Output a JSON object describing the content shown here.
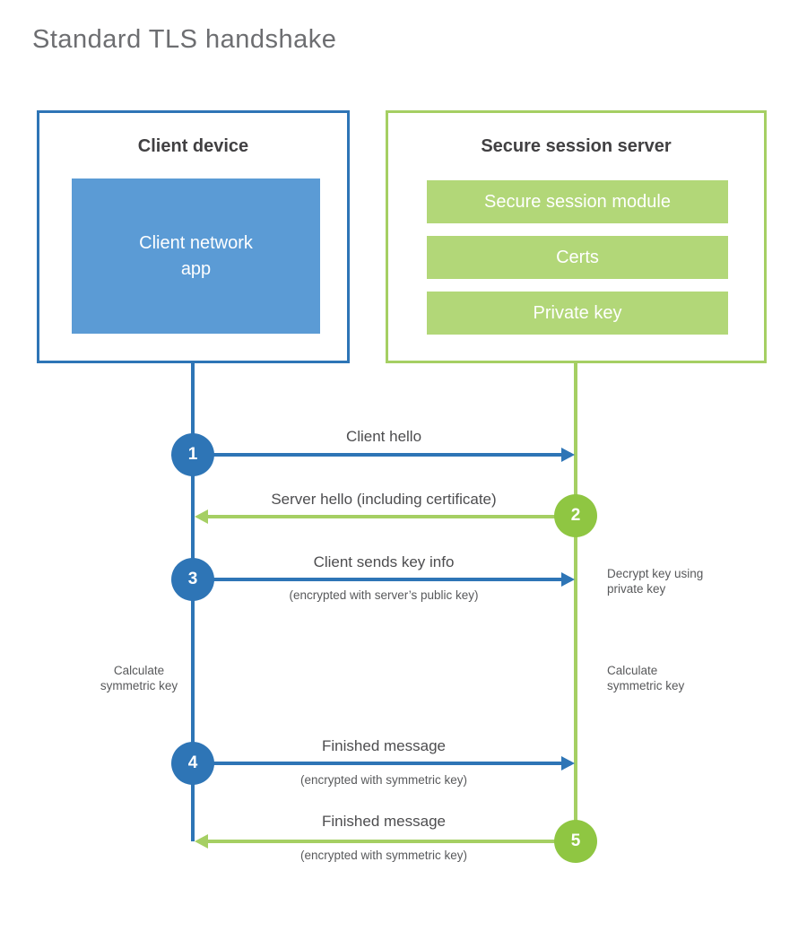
{
  "title": "Standard TLS handshake",
  "client": {
    "title": "Client device",
    "app_line1": "Client network",
    "app_line2": "app"
  },
  "server": {
    "title": "Secure session server",
    "modules": [
      "Secure session module",
      "Certs",
      "Private key"
    ]
  },
  "steps": [
    {
      "num": "1",
      "label": "Client hello",
      "sub": "",
      "direction": "client-to-server"
    },
    {
      "num": "2",
      "label": "Server hello (including certificate)",
      "sub": "",
      "direction": "server-to-client"
    },
    {
      "num": "3",
      "label": "Client sends key info",
      "sub": "(encrypted with server’s public key)",
      "direction": "client-to-server"
    },
    {
      "num": "4",
      "label": "Finished message",
      "sub": "(encrypted with symmetric key)",
      "direction": "client-to-server"
    },
    {
      "num": "5",
      "label": "Finished message",
      "sub": "(encrypted with symmetric key)",
      "direction": "server-to-client"
    }
  ],
  "notes": {
    "decrypt_line1": "Decrypt key using",
    "decrypt_line2": "private key",
    "calc_left_line1": "Calculate",
    "calc_left_line2": "symmetric key",
    "calc_right_line1": "Calculate",
    "calc_right_line2": "symmetric key"
  },
  "colors": {
    "blue": "#2e75b6",
    "blue_fill": "#5b9bd5",
    "green_border": "#a5cf63",
    "green_fill": "#b2d778",
    "green_circle": "#8fc642",
    "heading_text": "#414042",
    "label_text": "#4d4d4f",
    "title_text": "#6d6e71"
  }
}
